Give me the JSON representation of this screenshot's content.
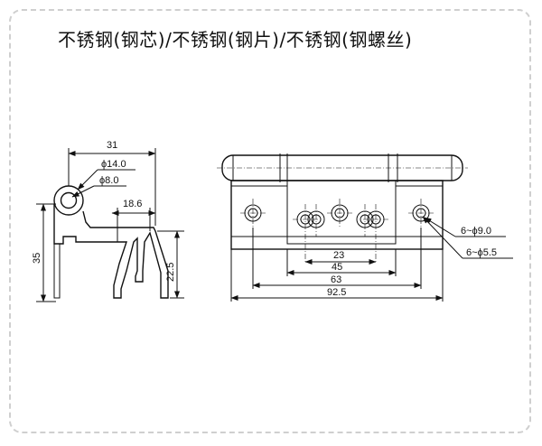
{
  "title": "不锈钢(钢芯)/不锈钢(钢片)/不锈钢(钢螺丝)",
  "side_view": {
    "dim_width": "31",
    "dim_outer_dia": "ϕ14.0",
    "dim_inner_dia": "ϕ8.0",
    "dim_leaf": "18.6",
    "dim_height": "35",
    "dim_leaf_height": "22.5"
  },
  "front_view": {
    "hole_large": "6~ϕ9.0",
    "hole_small": "6~ϕ5.5",
    "dim_23": "23",
    "dim_45": "45",
    "dim_63": "63",
    "dim_925": "92.5"
  }
}
